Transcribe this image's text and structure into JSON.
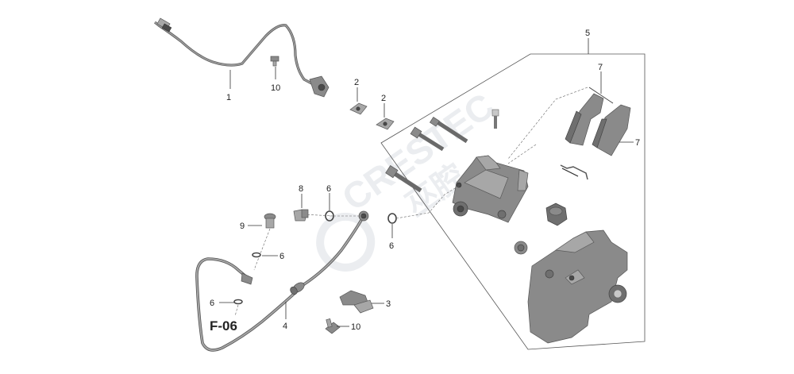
{
  "callouts": {
    "c1": "1",
    "c2a": "2",
    "c2b": "2",
    "c3": "3",
    "c4": "4",
    "c5": "5",
    "c6a": "6",
    "c6b": "6",
    "c6c": "6",
    "c6d": "6",
    "c7a": "7",
    "c7b": "7",
    "c8": "8",
    "c9": "9",
    "c10a": "10",
    "c10b": "10"
  },
  "reference": {
    "label": "F-06"
  },
  "watermark": {
    "text": "CRESTEC",
    "chinese": "巫腔"
  },
  "colors": {
    "line": "#333333",
    "part_grey": "#8a8a8a",
    "part_light": "#a7a7a7"
  }
}
